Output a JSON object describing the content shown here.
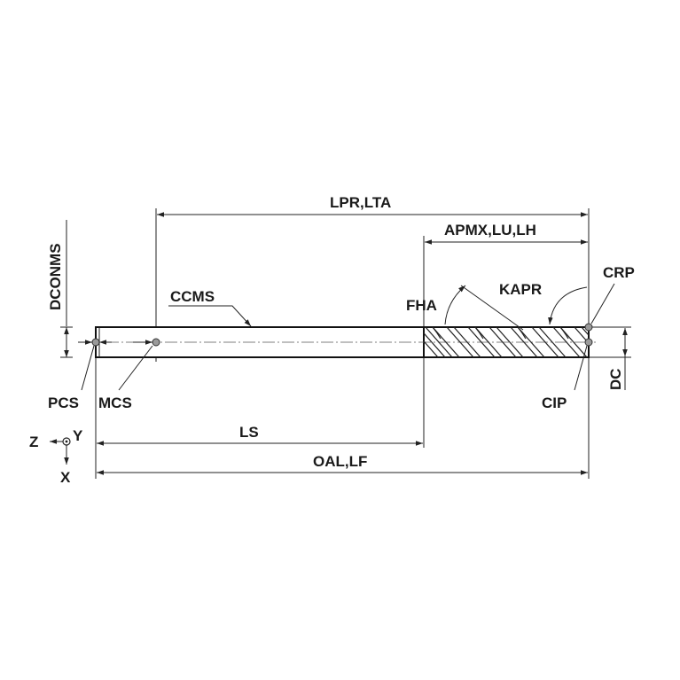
{
  "labels": {
    "lpr_lta": "LPR,LTA",
    "apmx_lu_lh": "APMX,LU,LH",
    "dconms": "DCONMS",
    "ccms": "CCMS",
    "fha": "FHA",
    "kapr": "KAPR",
    "crp": "CRP",
    "pcs": "PCS",
    "mcs": "MCS",
    "cip": "CIP",
    "dc": "DC",
    "ls": "LS",
    "oal_lf": "OAL,LF",
    "axis_z": "Z",
    "axis_y": "Y",
    "axis_x": "X"
  },
  "colors": {
    "line": "#222222",
    "text": "#1a1a1a",
    "point": "#9a9a9a"
  }
}
